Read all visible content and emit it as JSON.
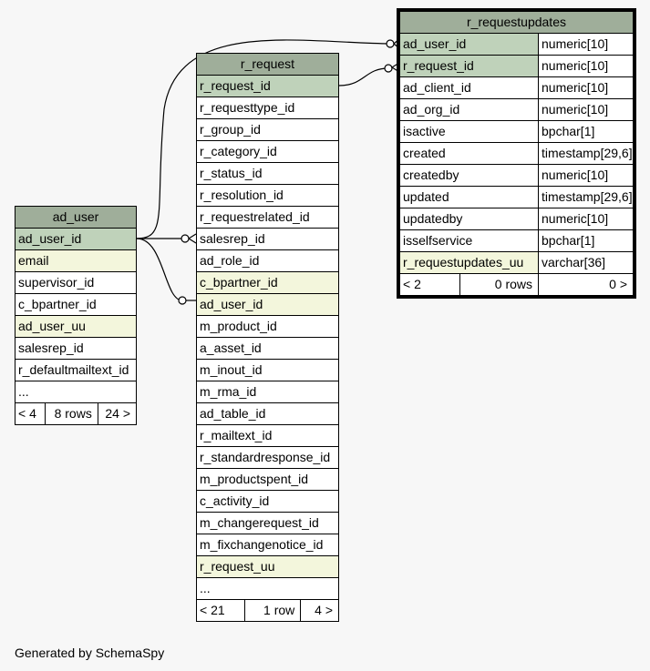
{
  "tables": {
    "ad_user": {
      "title": "ad_user",
      "columns": [
        "ad_user_id",
        "email",
        "supervisor_id",
        "c_bpartner_id",
        "ad_user_uu",
        "salesrep_id",
        "r_defaultmailtext_id",
        "..."
      ],
      "footer": [
        "< 4",
        "8 rows",
        "24 >"
      ]
    },
    "r_request": {
      "title": "r_request",
      "columns": [
        "r_request_id",
        "r_requesttype_id",
        "r_group_id",
        "r_category_id",
        "r_status_id",
        "r_resolution_id",
        "r_requestrelated_id",
        "salesrep_id",
        "ad_role_id",
        "c_bpartner_id",
        "ad_user_id",
        "m_product_id",
        "a_asset_id",
        "m_inout_id",
        "m_rma_id",
        "ad_table_id",
        "r_mailtext_id",
        "r_standardresponse_id",
        "m_productspent_id",
        "c_activity_id",
        "m_changerequest_id",
        "m_fixchangenotice_id",
        "r_request_uu",
        "..."
      ],
      "footer": [
        "< 21",
        "1 row",
        "4 >"
      ]
    },
    "r_requestupdates": {
      "title": "r_requestupdates",
      "columns": [
        {
          "name": "ad_user_id",
          "type": "numeric[10]"
        },
        {
          "name": "r_request_id",
          "type": "numeric[10]"
        },
        {
          "name": "ad_client_id",
          "type": "numeric[10]"
        },
        {
          "name": "ad_org_id",
          "type": "numeric[10]"
        },
        {
          "name": "isactive",
          "type": "bpchar[1]"
        },
        {
          "name": "created",
          "type": "timestamp[29,6]"
        },
        {
          "name": "createdby",
          "type": "numeric[10]"
        },
        {
          "name": "updated",
          "type": "timestamp[29,6]"
        },
        {
          "name": "updatedby",
          "type": "numeric[10]"
        },
        {
          "name": "isselfservice",
          "type": "bpchar[1]"
        },
        {
          "name": "r_requestupdates_uu",
          "type": "varchar[36]"
        }
      ],
      "footer": [
        "< 2",
        "0 rows",
        "0 >"
      ]
    }
  },
  "footer_text": "Generated by SchemaSpy",
  "colors": {
    "header": "#9fae9a",
    "primary_key": "#bfd2ba",
    "indexed": "#f3f6dc",
    "background": "#f7f7f7"
  }
}
